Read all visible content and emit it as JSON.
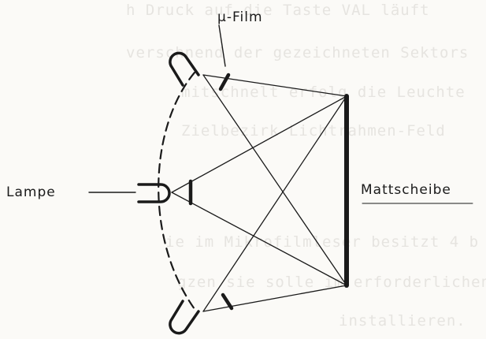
{
  "background_text": [
    "h Druck auf die Taste VAL läuft",
    "verschnend der gezeichneten Sektors",
    "mitschnelt erfolg die Leuchte",
    "Zielbezirk Lichtrahmen-Feld",
    "ie im Mikrofilmleser besitzt 4 b",
    "gzen sie solle im erforderlichen",
    "installieren."
  ],
  "labels": {
    "film": "μ-Film",
    "lamp": "Lampe",
    "screen": "Mattscheibe"
  },
  "colors": {
    "ink": "#1a1a1a",
    "ghost_text": "#e6e4e0",
    "paper": "#fbfaf7"
  }
}
